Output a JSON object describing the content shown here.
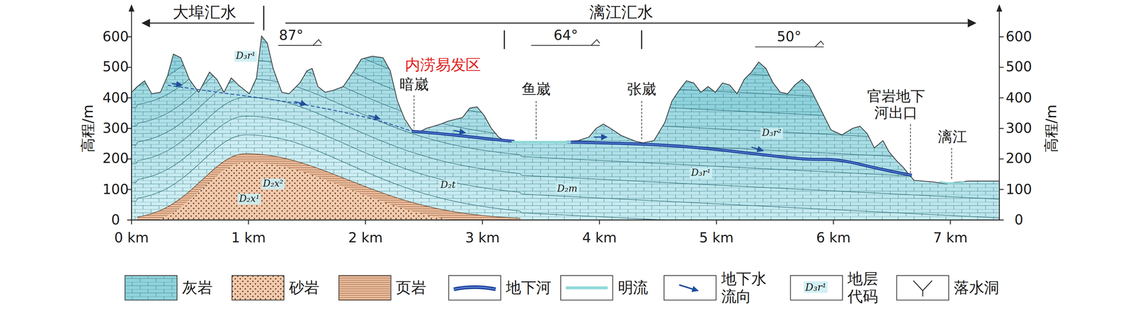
{
  "diagram": {
    "labels": [
      "大埠汇水",
      "漓江汇水",
      "87°",
      "64°",
      "50°",
      "内涝易发区",
      "暗崴",
      "鱼崴",
      "张崴",
      "官岩地下 河出口",
      "漓江",
      "600",
      "500",
      "400",
      "300",
      "200",
      "100",
      "0",
      "600",
      "500",
      "400",
      "300",
      "200",
      "100",
      "0",
      "高程/m",
      "高程/m",
      "0 km",
      "1 km",
      "2 km",
      "3 km",
      "4 km",
      "5 km",
      "6 km",
      "7 km",
      "D₃r¹",
      "D₂x²",
      "D₂x¹",
      "D₂t",
      "D₂m",
      "D₃r¹",
      "D₃r²",
      "D₃r¹"
    ],
    "legend": [
      {
        "text": "灰岩",
        "color": "#8fd3dd"
      },
      {
        "text": "砂岩",
        "color": "#f4c9aa"
      },
      {
        "text": "页岩",
        "color": "#eebf9f"
      },
      {
        "text": "地下河"
      },
      {
        "text": "明流"
      },
      {
        "text": "地下水 流向"
      },
      {
        "text": "地层 代码"
      },
      {
        "text": "落水洞"
      }
    ]
  }
}
